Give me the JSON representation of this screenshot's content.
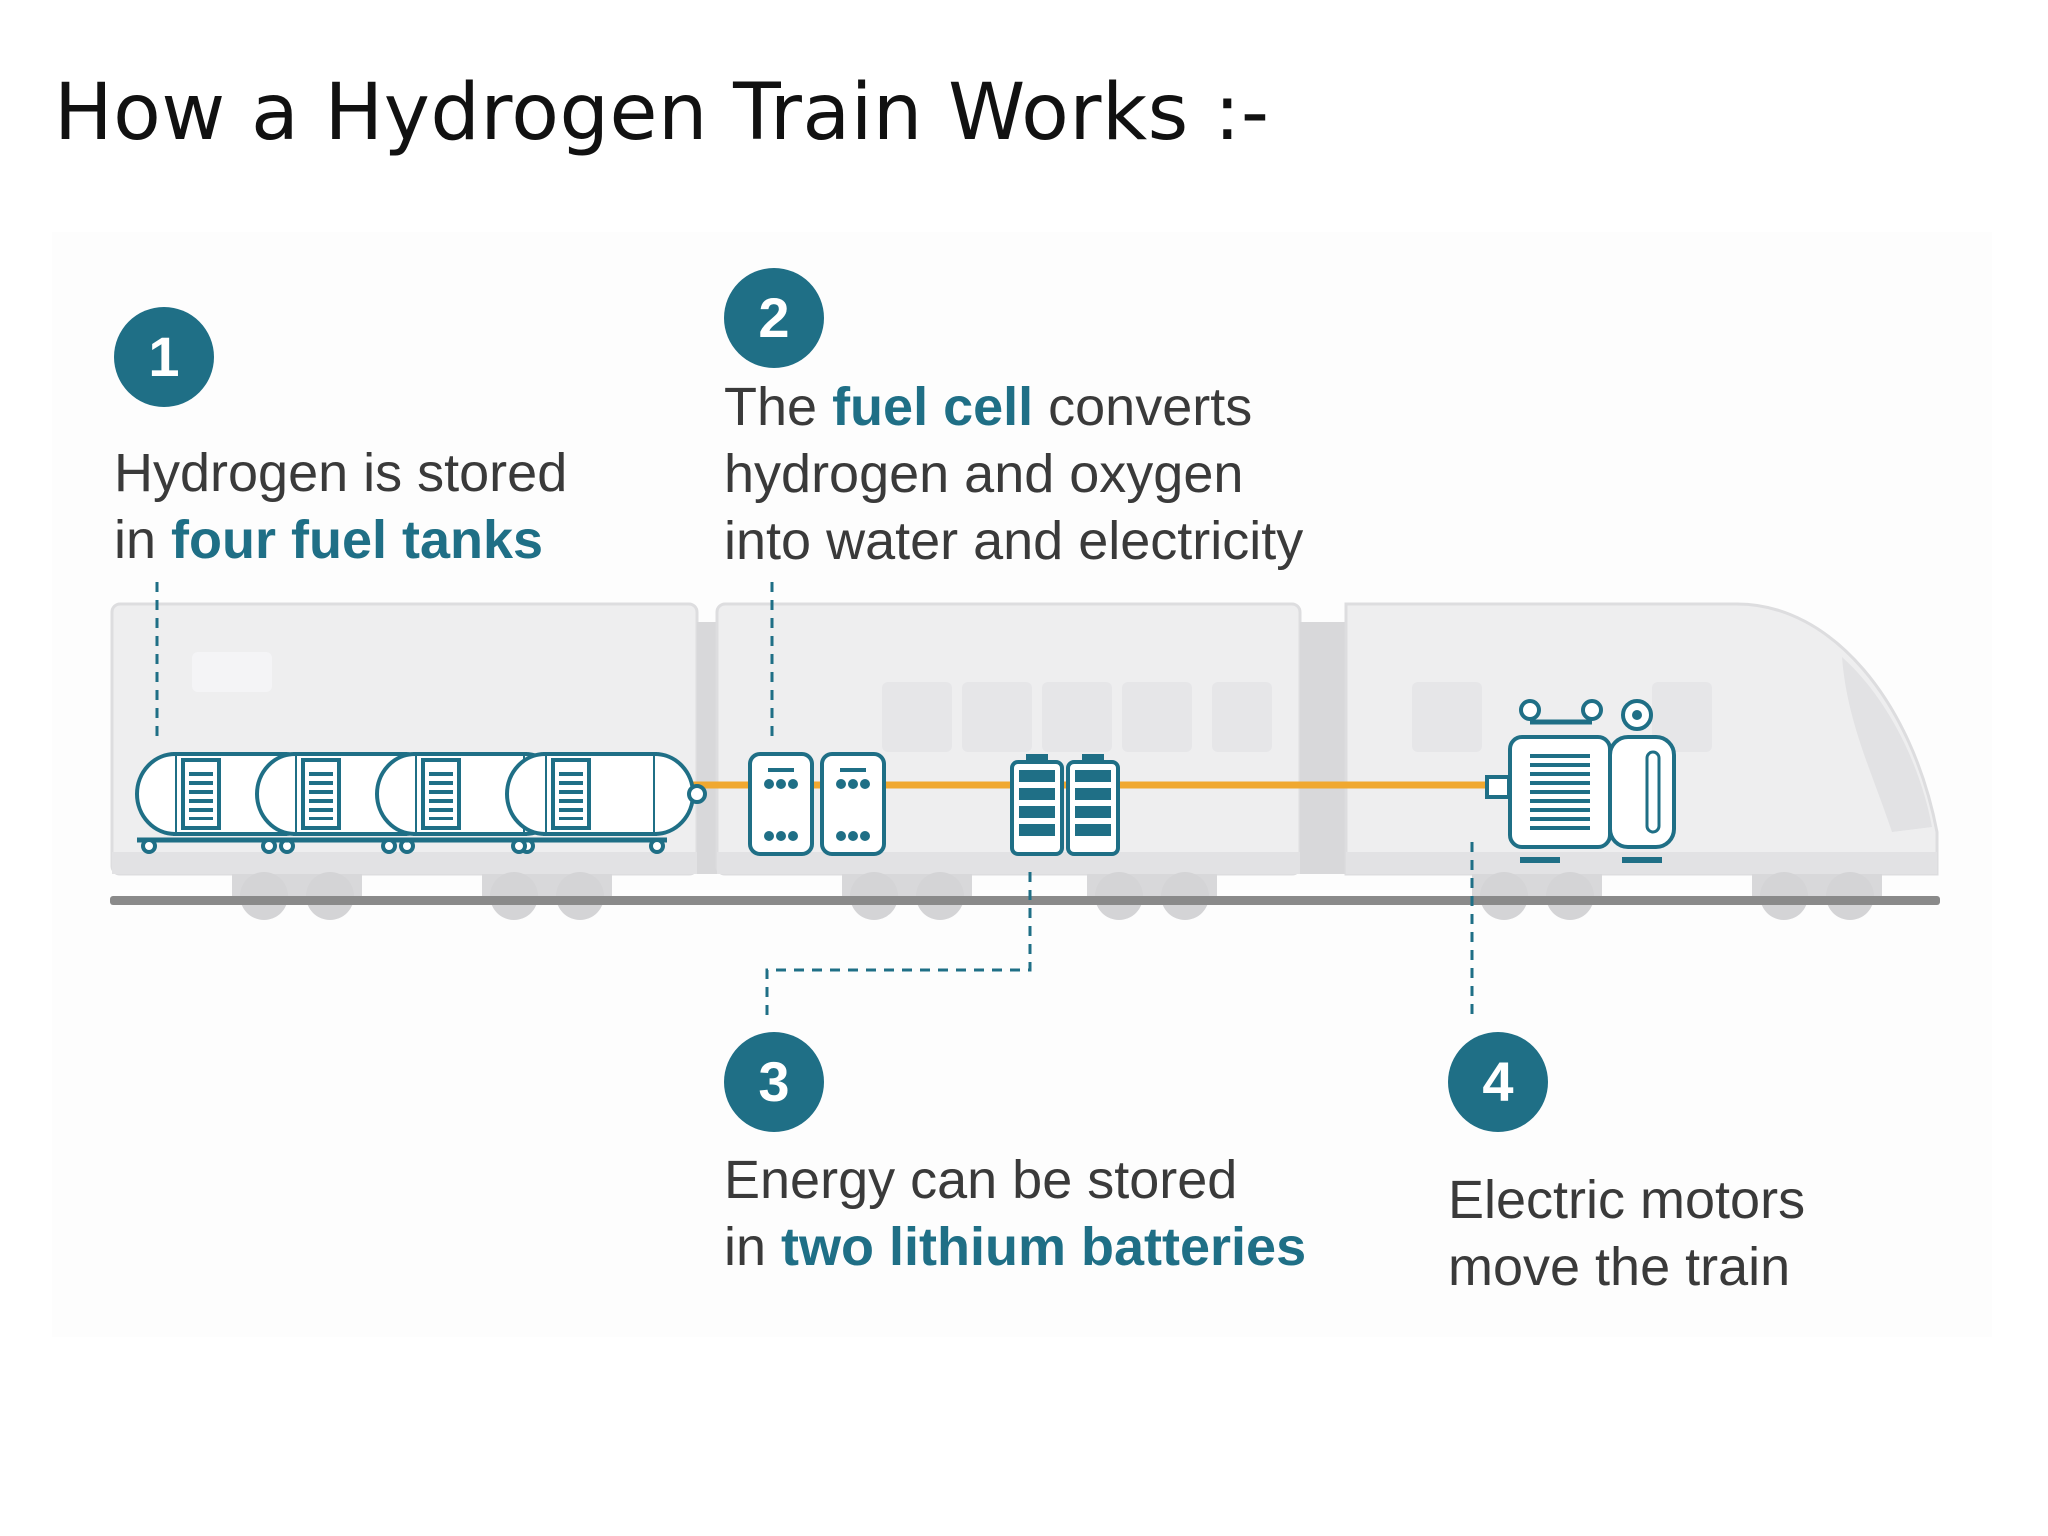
{
  "title": "How a Hydrogen Train Works :-",
  "colors": {
    "accent": "#1f6f86",
    "power_line": "#f0a830",
    "train_body": "#eeeeef",
    "rail": "#8a8a8a"
  },
  "steps": [
    {
      "number": "1",
      "line1": "Hydrogen is stored",
      "line2_prefix": "in ",
      "line2_highlight": "four fuel tanks",
      "line2_suffix": ""
    },
    {
      "number": "2",
      "line1_prefix": "The ",
      "line1_highlight": "fuel cell",
      "line1_suffix": " converts",
      "line2": "hydrogen and oxygen",
      "line3": "into water and electricity"
    },
    {
      "number": "3",
      "line1": "Energy can be stored",
      "line2_prefix": "in ",
      "line2_highlight": "two lithium batteries"
    },
    {
      "number": "4",
      "line1": "Electric motors",
      "line2": "move the train"
    }
  ],
  "icons": {
    "fuel_tank": "fuel-tank-icon",
    "fuel_cell": "fuel-cell-icon",
    "battery": "battery-icon",
    "motor": "electric-motor-icon"
  }
}
